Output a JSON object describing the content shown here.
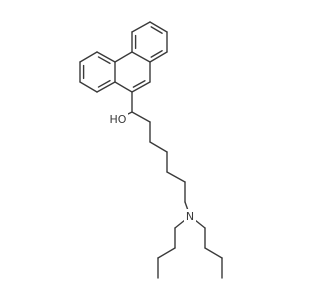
{
  "molecule": {
    "atoms": [
      {
        "id": "hydroxyl-o",
        "symbol": "O",
        "label": "HO"
      },
      {
        "id": "amine-n",
        "symbol": "N",
        "label": "N"
      }
    ]
  },
  "colors": {
    "bond": "#3a3a3a",
    "background": "#ffffff"
  }
}
